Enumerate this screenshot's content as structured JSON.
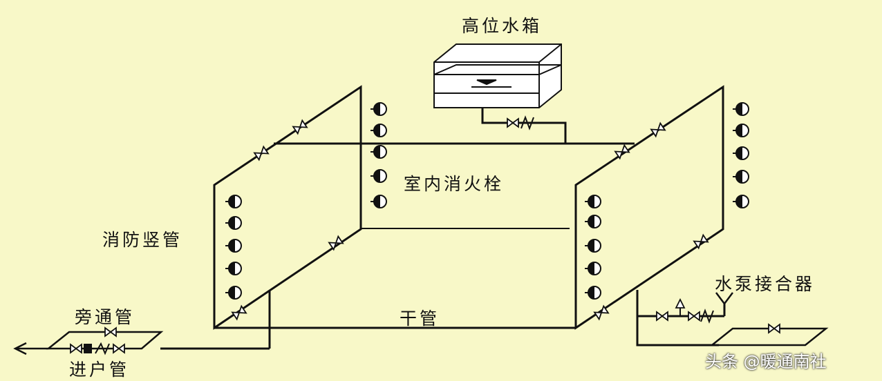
{
  "labels": {
    "tank": "高位水箱",
    "hydrant": "室内消火栓",
    "riser": "消防竖管",
    "bypass": "旁通管",
    "main": "干管",
    "inlet": "进户管",
    "connector": "水泵接合器"
  },
  "watermark": "头条 @暖通南社",
  "colors": {
    "background": "#f8f8c8",
    "line": "#111111"
  }
}
